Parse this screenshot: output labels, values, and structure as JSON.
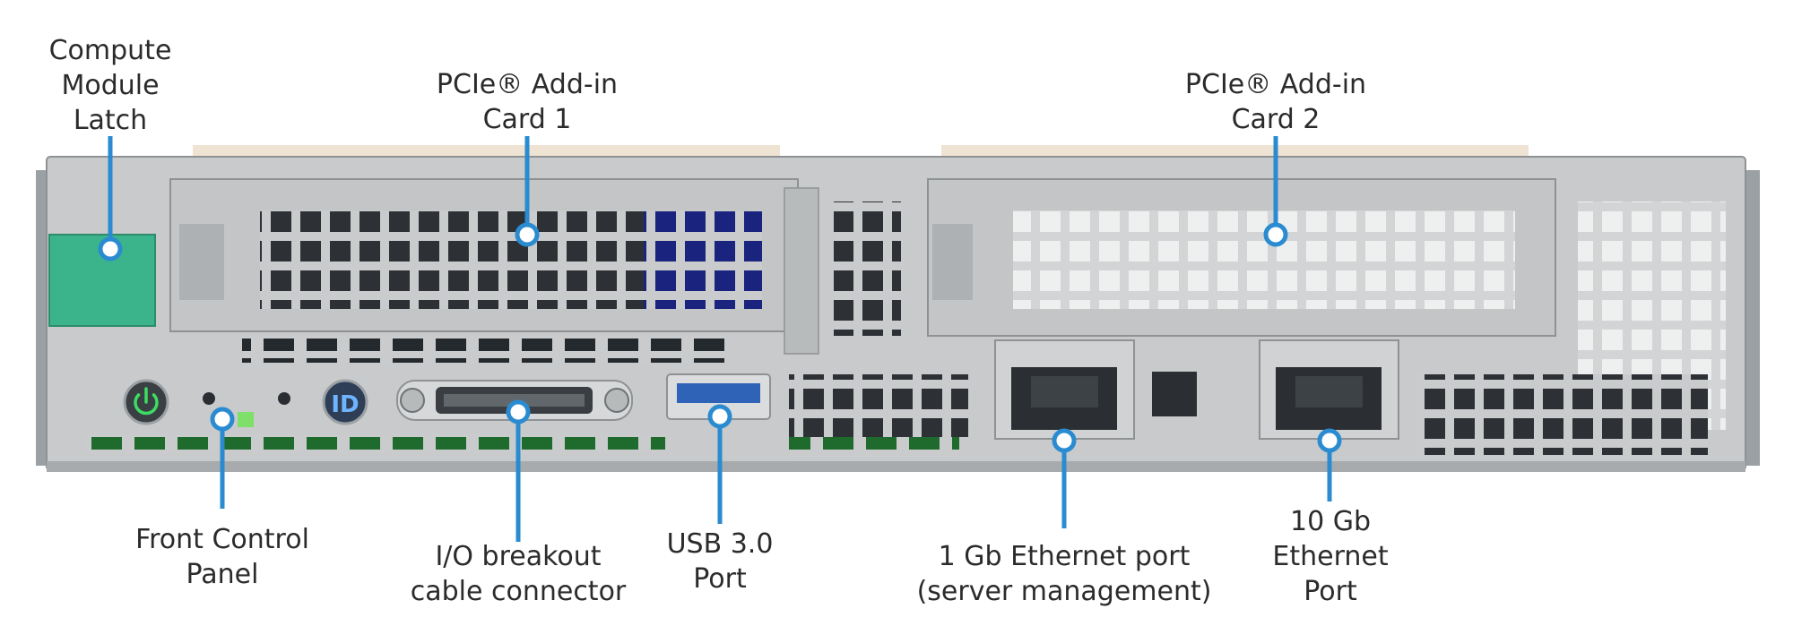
{
  "colors": {
    "callout_line": "#2a8bd0",
    "callout_dot_fill": "#ffffff",
    "chassis": "#c8cacb",
    "chassis_edge": "#8f9294",
    "latch": "#3bb48c",
    "power_green": "#3ddc62",
    "port_blue": "#2f63b8",
    "text": "#2b2b2b"
  },
  "labels": {
    "compute_latch": [
      "Compute",
      "Module",
      "Latch"
    ],
    "pcie_card_1": [
      "PCIe® Add-in",
      "Card 1"
    ],
    "pcie_card_2": [
      "PCIe® Add-in",
      "Card 2"
    ],
    "front_panel": [
      "Front Control",
      "Panel"
    ],
    "io_breakout": [
      "I/O breakout",
      "cable connector"
    ],
    "usb_port": [
      "USB 3.0",
      "Port"
    ],
    "gbe_port": [
      "1 Gb Ethernet port",
      "(server management)"
    ],
    "tengbe_port": [
      "10 Gb",
      "Ethernet",
      "Port"
    ]
  },
  "icons": {
    "power": "power-icon",
    "id": "id-icon"
  },
  "id_button_text": "ID"
}
